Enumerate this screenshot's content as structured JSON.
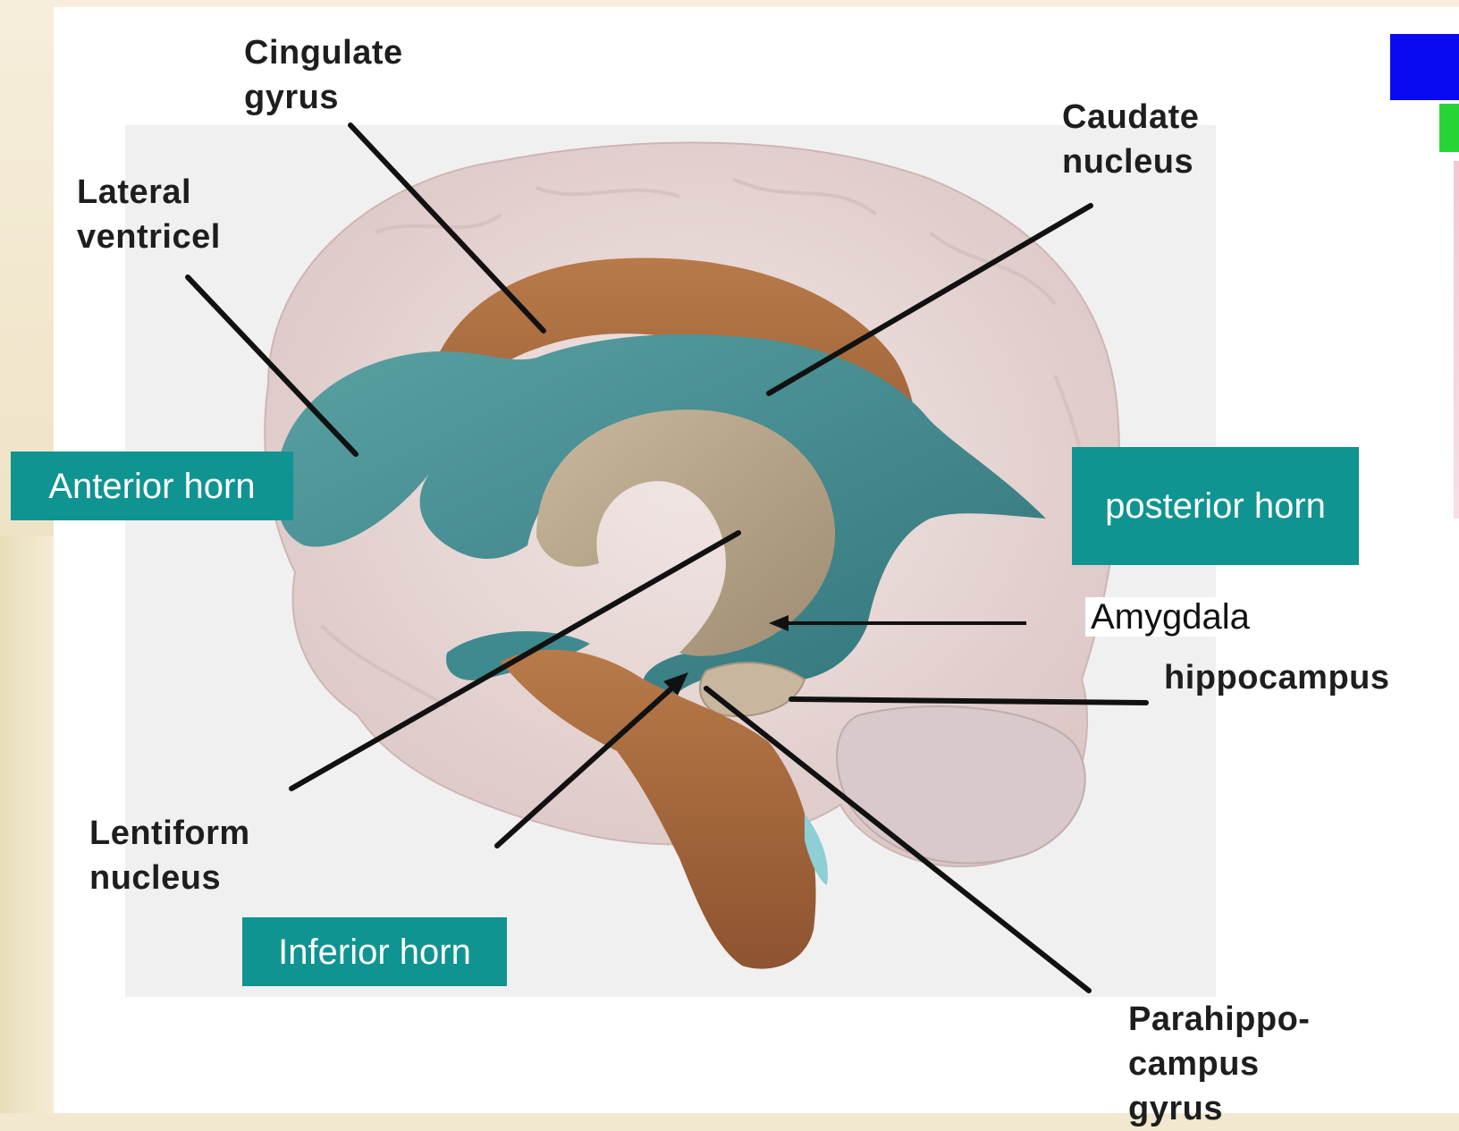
{
  "labels": {
    "cingulate": "Cingulate\ngyrus",
    "caudate": "Caudate\nnucleus",
    "lateral": "Lateral\nventricel",
    "anterior": "Anterior horn",
    "posterior": "posterior horn",
    "amygdala": "Amygdala",
    "hippocampus": "hippocampus",
    "lentiform": "Lentiform\nnucleus",
    "inferior": "Inferior horn",
    "parahippo": "Parahippo-\ncampus\ngyrus"
  },
  "colors": {
    "label_box": "#0f9491",
    "ventricle": "#3f8a8e",
    "caudate_tan": "#b8a58b",
    "cingulate_brown": "#a8683c",
    "cerebrum": "#e8d8d6",
    "brainstem": "#a05a2e"
  }
}
